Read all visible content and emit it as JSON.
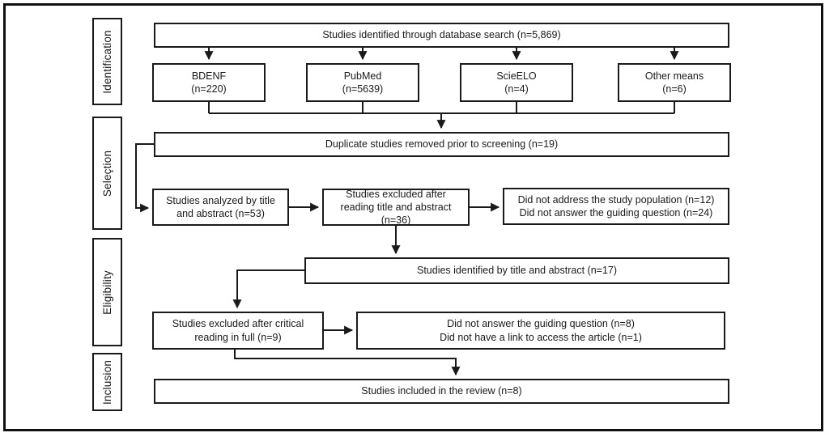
{
  "stages": [
    {
      "label": "Identification"
    },
    {
      "label": "Seleçtion"
    },
    {
      "label": "Eligibility"
    },
    {
      "label": "Inclusion"
    }
  ],
  "boxes": {
    "identified": "Studies identified through database search (n=5,869)",
    "sources": [
      {
        "name": "BDENF",
        "count": "(n=220)"
      },
      {
        "name": "PubMed",
        "count": "(n=5639)"
      },
      {
        "name": "ScieELO",
        "count": "(n=4)"
      },
      {
        "name": "Other means",
        "count": "(n=6)"
      }
    ],
    "duplicates": "Duplicate studies removed prior to screening (n=19)",
    "analyzed": "Studies analyzed by title and abstract (n=53)",
    "excluded_title_abstract": "Studies excluded after reading title and abstract (n=36)",
    "exclusion_reasons_1": [
      "Did not address the study population (n=12)",
      "Did not answer the guiding question (n=24)"
    ],
    "identified_title_abstract": "Studies identified by title and abstract (n=17)",
    "excluded_critical": "Studies excluded after critical reading in full (n=9)",
    "exclusion_reasons_2": [
      "Did not answer the guiding question (n=8)",
      "Did not have a link to access the article (n=1)"
    ],
    "included": "Studies included in the review (n=8)"
  },
  "colors": {
    "line": "#1a1a1a",
    "box_bg": "#ffffff",
    "page_bg": "#ffffff"
  }
}
